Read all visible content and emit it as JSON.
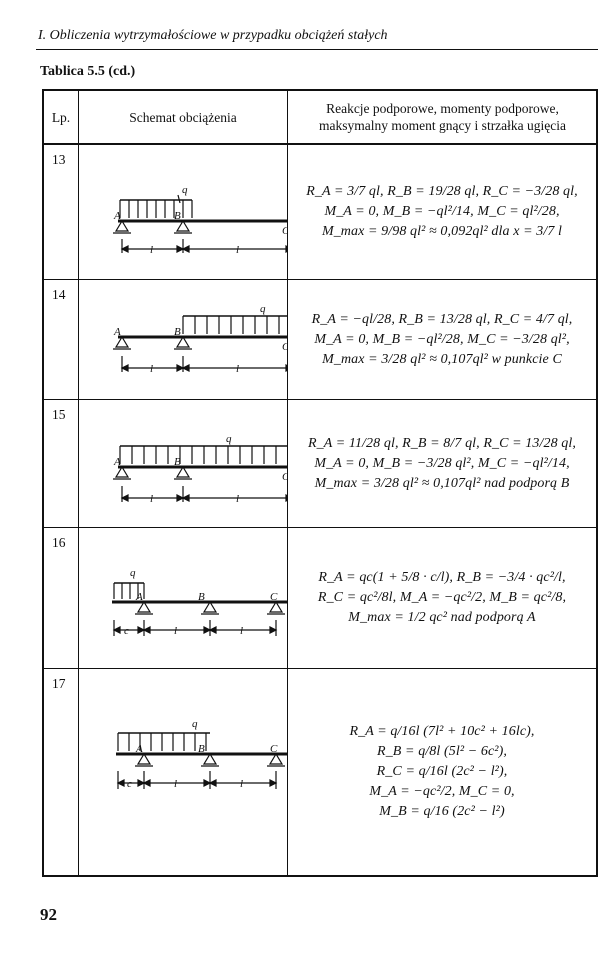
{
  "running_head": "I. Obliczenia wytrzymałościowe w przypadku obciążeń stałych",
  "table_caption": "Tablica 5.5 (cd.)",
  "headers": {
    "lp": "Lp.",
    "schema": "Schemat obciążenia",
    "results_line1": "Reakcje podporowe, momenty podporowe,",
    "results_line2": "maksymalny moment gnący i strzałka ugięcia"
  },
  "rows": [
    {
      "number": "13",
      "labels": {
        "q": "q",
        "A": "A",
        "B": "B",
        "C": "C",
        "l1": "l",
        "l2": "l"
      },
      "formulas": [
        "R_A = 3/7 ql,   R_B = 19/28 ql,   R_C = −3/28 ql,",
        "M_A = 0,   M_B = −ql²/14,   M_C = ql²/28,",
        "M_max = 9/98 ql² ≈ 0,092ql²   dla   x = 3/7 l"
      ]
    },
    {
      "number": "14",
      "labels": {
        "q": "q",
        "A": "A",
        "B": "B",
        "C": "C",
        "l1": "l",
        "l2": "l"
      },
      "formulas": [
        "R_A = −ql/28,   R_B = 13/28 ql,   R_C = 4/7 ql,",
        "M_A = 0,   M_B = −ql²/28,   M_C = −3/28 ql²,",
        "M_max = 3/28 ql² ≈ 0,107ql²   w punkcie C"
      ]
    },
    {
      "number": "15",
      "labels": {
        "q": "q",
        "A": "A",
        "B": "B",
        "C": "C",
        "l1": "l",
        "l2": "l"
      },
      "formulas": [
        "R_A = 11/28 ql,   R_B = 8/7 ql,   R_C = 13/28 ql,",
        "M_A = 0,   M_B = −3/28 ql²,   M_C = −ql²/14,",
        "M_max = 3/28 ql² ≈ 0,107ql²   nad podporą B"
      ]
    },
    {
      "number": "16",
      "labels": {
        "q": "q",
        "A": "A",
        "B": "B",
        "C": "C",
        "c": "c",
        "l1": "l",
        "l2": "l"
      },
      "formulas": [
        "R_A = qc(1 + 5/8 · c/l),   R_B = −3/4 · qc²/l,",
        "R_C = qc²/8l,   M_A = −qc²/2,   M_B = qc²/8,",
        "M_max = 1/2 qc²   nad podporą A"
      ]
    },
    {
      "number": "17",
      "labels": {
        "q": "q",
        "A": "A",
        "B": "B",
        "C": "C",
        "c": "c",
        "l1": "l",
        "l2": "l"
      },
      "formulas": [
        "R_A = q/16l (7l² + 10c² + 16lc),",
        "R_B = q/8l (5l² − 6c²),",
        "R_C = q/16l (2c² − l²),",
        "M_A = −qc²/2,   M_C = 0,",
        "M_B = q/16 (2c² − l²)"
      ]
    }
  ],
  "page_number": "92"
}
